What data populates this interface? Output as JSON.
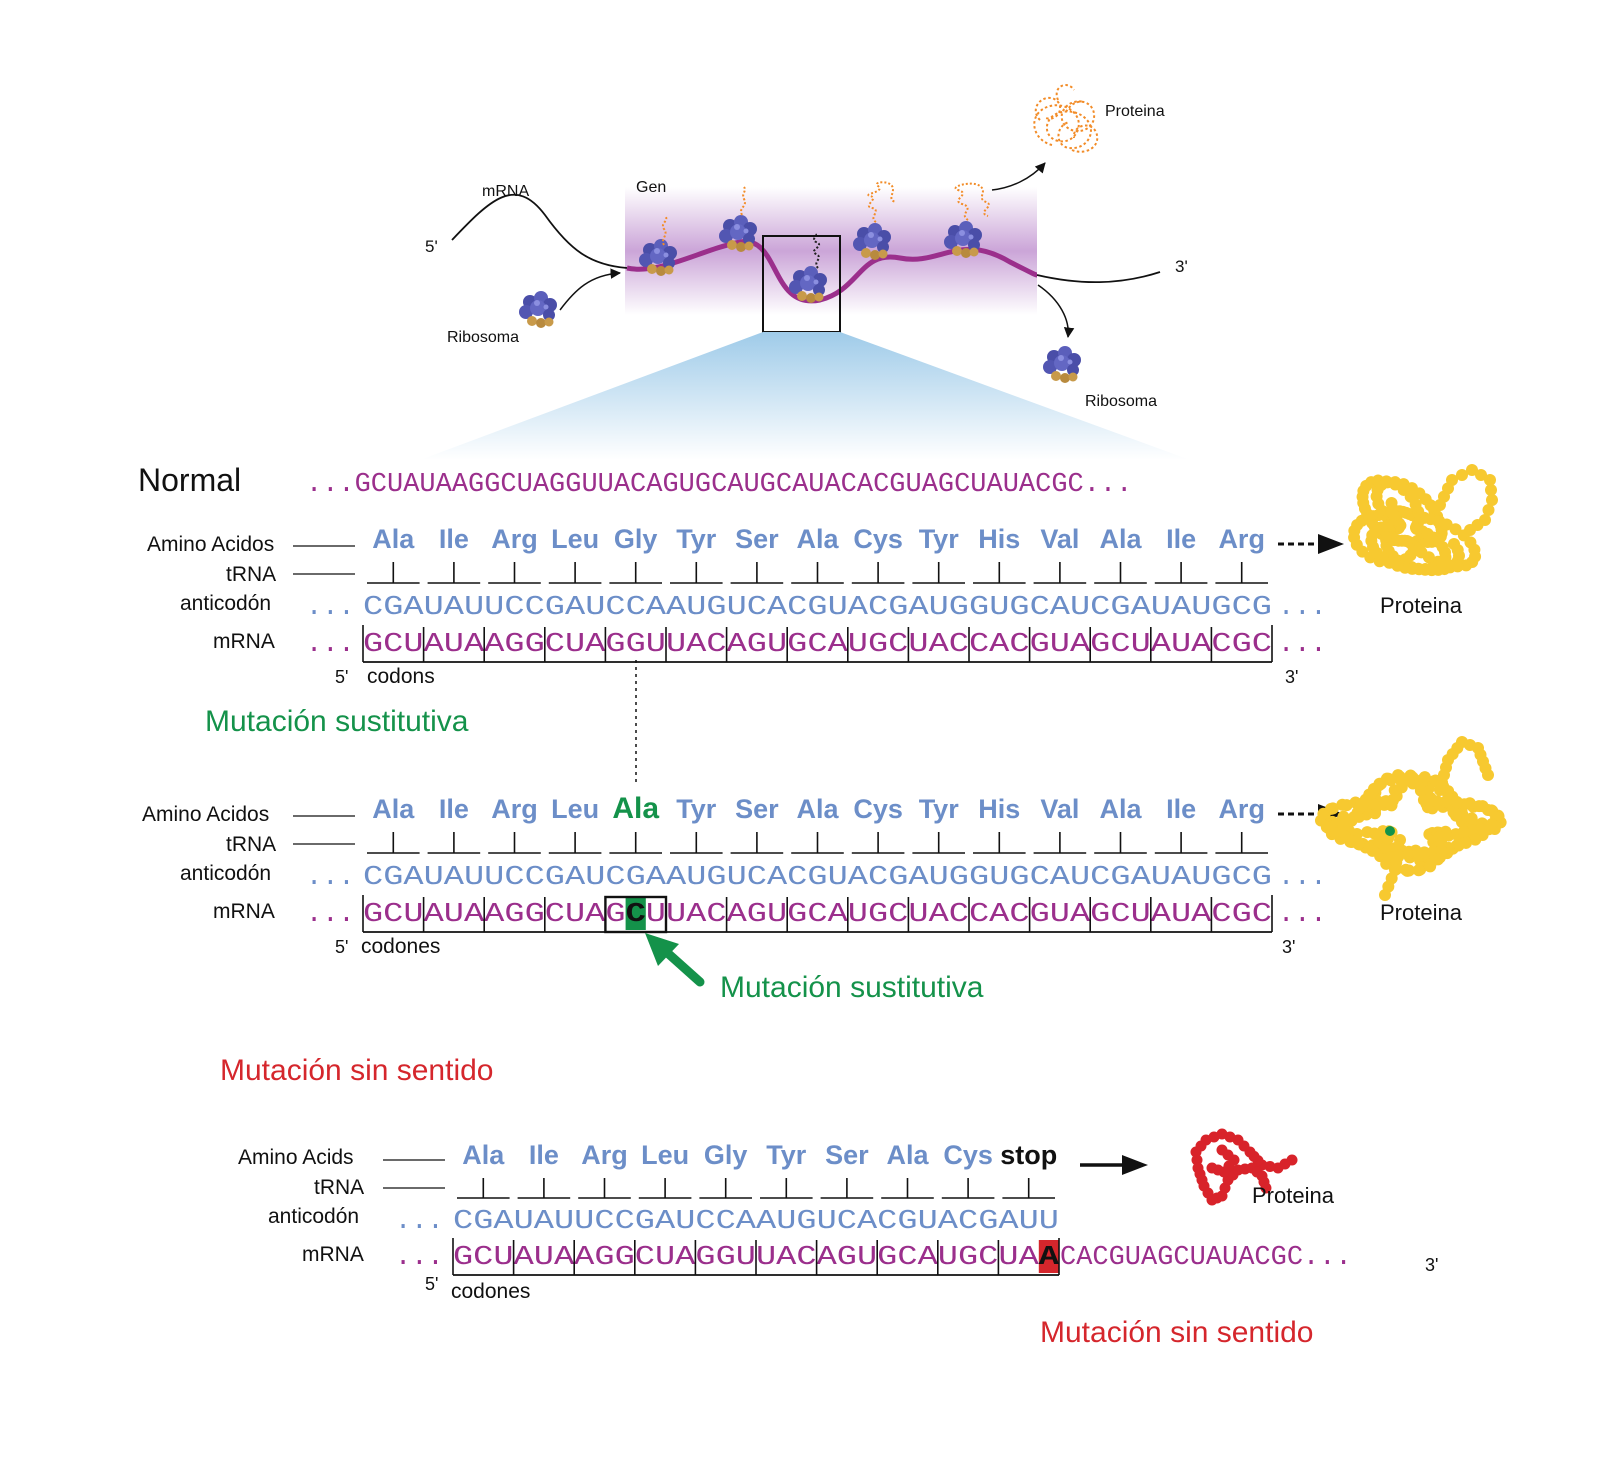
{
  "overview": {
    "mrna_label": "mRNA",
    "gene_label": "Gen",
    "five_prime": "5'",
    "three_prime": "3'",
    "ribosome_label_in": "Ribosoma",
    "ribosome_label_out": "Ribosoma",
    "protein_label": "Proteina"
  },
  "normal": {
    "title": "Normal",
    "sequence": "...GCUAUAAGGCUAGGUUACAGUGCAUGCAUACACGUAGCUAUACGC...",
    "labels": {
      "amino": "Amino Acidos",
      "trna": "tRNA",
      "anticodon": "anticodón",
      "mrna": "mRNA",
      "codons": "codons",
      "five": "5'",
      "three": "3'"
    },
    "amino_acids": [
      "Ala",
      "Ile",
      "Arg",
      "Leu",
      "Gly",
      "Tyr",
      "Ser",
      "Ala",
      "Cys",
      "Tyr",
      "His",
      "Val",
      "Ala",
      "Ile",
      "Arg"
    ],
    "anticodons": [
      "CGA",
      "UAU",
      "UCC",
      "GAU",
      "CCA",
      "AUG",
      "UCA",
      "CGU",
      "ACG",
      "AUG",
      "GUG",
      "CAU",
      "CGA",
      "UAU",
      "GCG"
    ],
    "codons": [
      "GCU",
      "AUA",
      "AGG",
      "CUA",
      "GGU",
      "UAC",
      "AGU",
      "GCA",
      "UGC",
      "UAC",
      "CAC",
      "GUA",
      "GCU",
      "AUA",
      "CGC"
    ],
    "ellipsis": "...",
    "protein_label": "Proteina"
  },
  "substitution": {
    "title": "Mutación sustitutiva",
    "labels": {
      "amino": "Amino Acidos",
      "trna": "tRNA",
      "anticodon": "anticodón",
      "mrna": "mRNA",
      "codons": "codones",
      "five": "5'",
      "three": "3'"
    },
    "amino_acids": [
      "Ala",
      "Ile",
      "Arg",
      "Leu",
      "Ala",
      "Tyr",
      "Ser",
      "Ala",
      "Cys",
      "Tyr",
      "His",
      "Val",
      "Ala",
      "Ile",
      "Arg"
    ],
    "anticodons": [
      "CGA",
      "UAU",
      "UCC",
      "GAU",
      "CGA",
      "AUG",
      "UCA",
      "CGU",
      "ACG",
      "AUG",
      "GUG",
      "CAU",
      "CGA",
      "UAU",
      "GCG"
    ],
    "codons": [
      "GCU",
      "AUA",
      "AGG",
      "CUA",
      "GCU",
      "UAC",
      "AGU",
      "GCA",
      "UGC",
      "UAC",
      "CAC",
      "GUA",
      "GCU",
      "AUA",
      "CGC"
    ],
    "mutated_codon_index": 4,
    "mutated_base_index": 1,
    "ellipsis": "...",
    "annotation": "Mutación sustitutiva",
    "protein_label": "Proteina"
  },
  "nonsense": {
    "title": "Mutación sin sentido",
    "labels": {
      "amino": "Amino Acids",
      "trna": "tRNA",
      "anticodon": "anticodón",
      "mrna": "mRNA",
      "codons": "codones",
      "five": "5'",
      "three": "3'"
    },
    "amino_acids": [
      "Ala",
      "Ile",
      "Arg",
      "Leu",
      "Gly",
      "Tyr",
      "Ser",
      "Ala",
      "Cys",
      "stop"
    ],
    "anticodons": [
      "CGA",
      "UAU",
      "UCC",
      "GAU",
      "CCA",
      "AUG",
      "UCA",
      "CGU",
      "ACG",
      "AUU"
    ],
    "codons": [
      "GCU",
      "AUA",
      "AGG",
      "CUA",
      "GGU",
      "UAC",
      "AGU",
      "GCA",
      "UGC",
      "UAA"
    ],
    "mutated_codon_index": 9,
    "mutated_base_index": 2,
    "tail": "CACGUAGCUAUACGC...",
    "ellipsis": "...",
    "annotation": "Mutación sin sentido",
    "protein_label": "Proteina"
  },
  "colors": {
    "rna": "#9b2f8c",
    "trna": "#6c8ec8",
    "substitution": "#14924a",
    "nonsense": "#d5262c",
    "protein_normal": "#f7c930",
    "protein_truncated": "#d8232a",
    "protein_overview": "#f28c28",
    "ribosome": "#4a4ea8",
    "ribosome_small": "#c89a4a",
    "gene_band": "#9b4fb0",
    "zoom": "#8fc4e6"
  }
}
